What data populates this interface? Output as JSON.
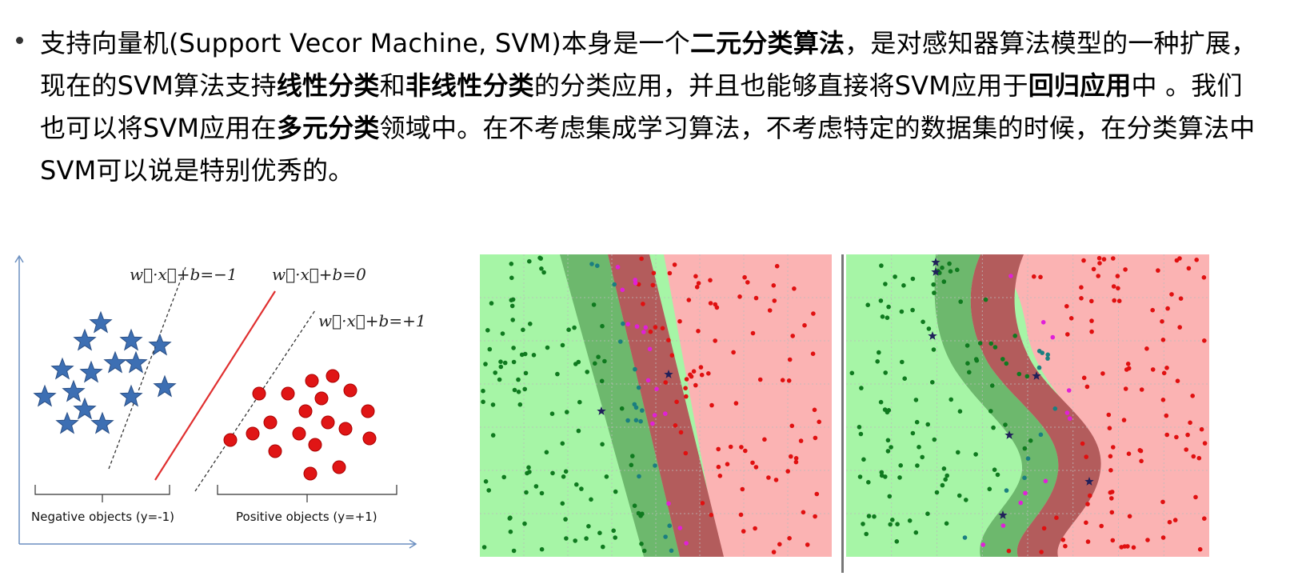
{
  "paragraph": {
    "s1": "支持向量机(Support Vecor Machine, SVM)本身是一个",
    "b1": "二元分类算法",
    "s2": "，是对感知器算法模型的一种扩展，现在的SVM算法支持",
    "b2": "线性分类",
    "s3": "和",
    "b3": "非线性分类",
    "s4": "的分类应用，并且也能够直接将SVM应用于",
    "b4": "回归应用",
    "s5": "中 。我们也可以将SVM应用在",
    "b5": "多元分类",
    "s6": "领域中。在不考虑集成学习算法，不考虑特定的数据集的时候，在分类算法中SVM可以说是特别优秀的。"
  },
  "margin_figure": {
    "eq_neg": "w⃗·x⃗+b=−1",
    "eq_zero": "w⃗·x⃗+b=0",
    "eq_pos": "w⃗·x⃗+b=+1",
    "negative_label": "Negative objects (y=-1)",
    "positive_label": "Positive objects (y=+1)"
  },
  "colors": {
    "green_region": "#a6f5a6",
    "red_region": "#fbb3b3",
    "green_margin": "#6db86d",
    "red_margin": "#b35c5c",
    "star_blue": "#3d6fb3",
    "circle_red": "#e01515",
    "boundary_red": "#e03030"
  }
}
